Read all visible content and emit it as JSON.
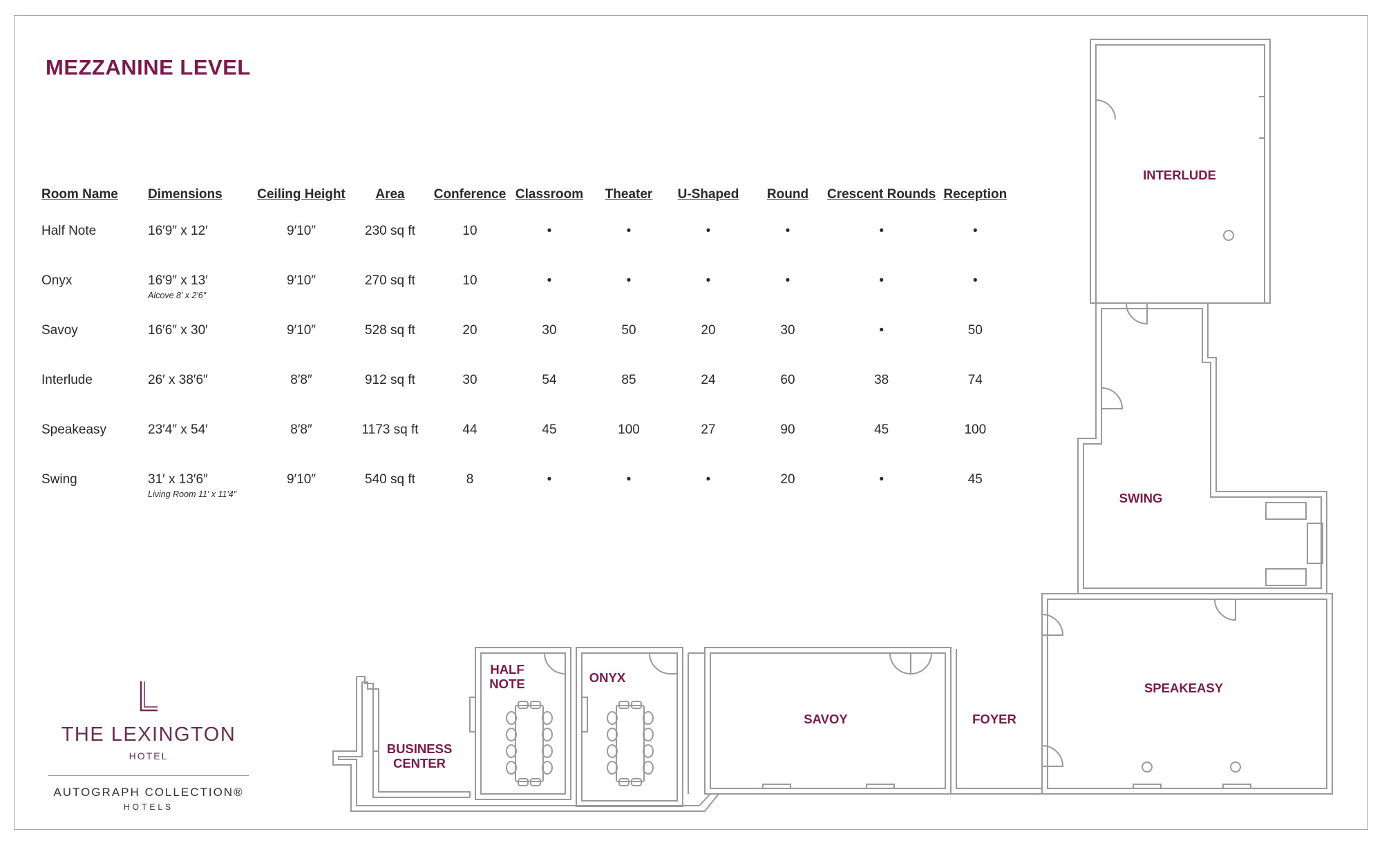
{
  "page": {
    "title": "MEZZANINE LEVEL"
  },
  "table": {
    "headers": [
      "Room Name",
      "Dimensions",
      "Ceiling Height",
      "Area",
      "Conference",
      "Classroom",
      "Theater",
      "U-Shaped",
      "Round",
      "Crescent Rounds",
      "Reception"
    ],
    "rows": [
      {
        "name": "Half Note",
        "dims": "16′9″ x 12′",
        "dims_note": "",
        "ceiling": "9′10″",
        "area": "230 sq ft",
        "conference": "10",
        "classroom": "•",
        "theater": "•",
        "ushaped": "•",
        "round": "•",
        "crescent": "•",
        "reception": "•"
      },
      {
        "name": "Onyx",
        "dims": "16′9″ x 13′",
        "dims_note": "Alcove 8′ x 2′6″",
        "ceiling": "9′10″",
        "area": "270 sq ft",
        "conference": "10",
        "classroom": "•",
        "theater": "•",
        "ushaped": "•",
        "round": "•",
        "crescent": "•",
        "reception": "•"
      },
      {
        "name": "Savoy",
        "dims": "16′6″ x 30′",
        "dims_note": "",
        "ceiling": "9′10″",
        "area": "528 sq ft",
        "conference": "20",
        "classroom": "30",
        "theater": "50",
        "ushaped": "20",
        "round": "30",
        "crescent": "•",
        "reception": "50"
      },
      {
        "name": "Interlude",
        "dims": "26′ x 38′6″",
        "dims_note": "",
        "ceiling": "8′8″",
        "area": "912 sq ft",
        "conference": "30",
        "classroom": "54",
        "theater": "85",
        "ushaped": "24",
        "round": "60",
        "crescent": "38",
        "reception": "74"
      },
      {
        "name": "Speakeasy",
        "dims": "23′4″ x 54′",
        "dims_note": "",
        "ceiling": "8′8″",
        "area": "1173 sq ft",
        "conference": "44",
        "classroom": "45",
        "theater": "100",
        "ushaped": "27",
        "round": "90",
        "crescent": "45",
        "reception": "100"
      },
      {
        "name": "Swing",
        "dims": "31′ x 13′6″",
        "dims_note": "Living Room 11′ x 11′4″",
        "ceiling": "9′10″",
        "area": "540 sq ft",
        "conference": "8",
        "classroom": "•",
        "theater": "•",
        "ushaped": "•",
        "round": "20",
        "crescent": "•",
        "reception": "45"
      }
    ]
  },
  "floorplan": {
    "labels": {
      "interlude": "INTERLUDE",
      "swing": "SWING",
      "speakeasy": "SPEAKEASY",
      "foyer": "FOYER",
      "savoy": "SAVOY",
      "onyx": "ONYX",
      "half_note_1": "HALF",
      "half_note_2": "NOTE",
      "business_1": "BUSINESS",
      "business_2": "CENTER"
    },
    "line_color": "#9a9a9a",
    "label_color": "#7a1a4c"
  },
  "logo": {
    "mark": "L",
    "name": "THE LEXINGTON",
    "hotel": "HOTEL",
    "collection": "AUTOGRAPH COLLECTION®",
    "collection_sub": "HOTELS"
  },
  "colors": {
    "accent": "#7a1a4c",
    "text": "#2a2a2a"
  }
}
